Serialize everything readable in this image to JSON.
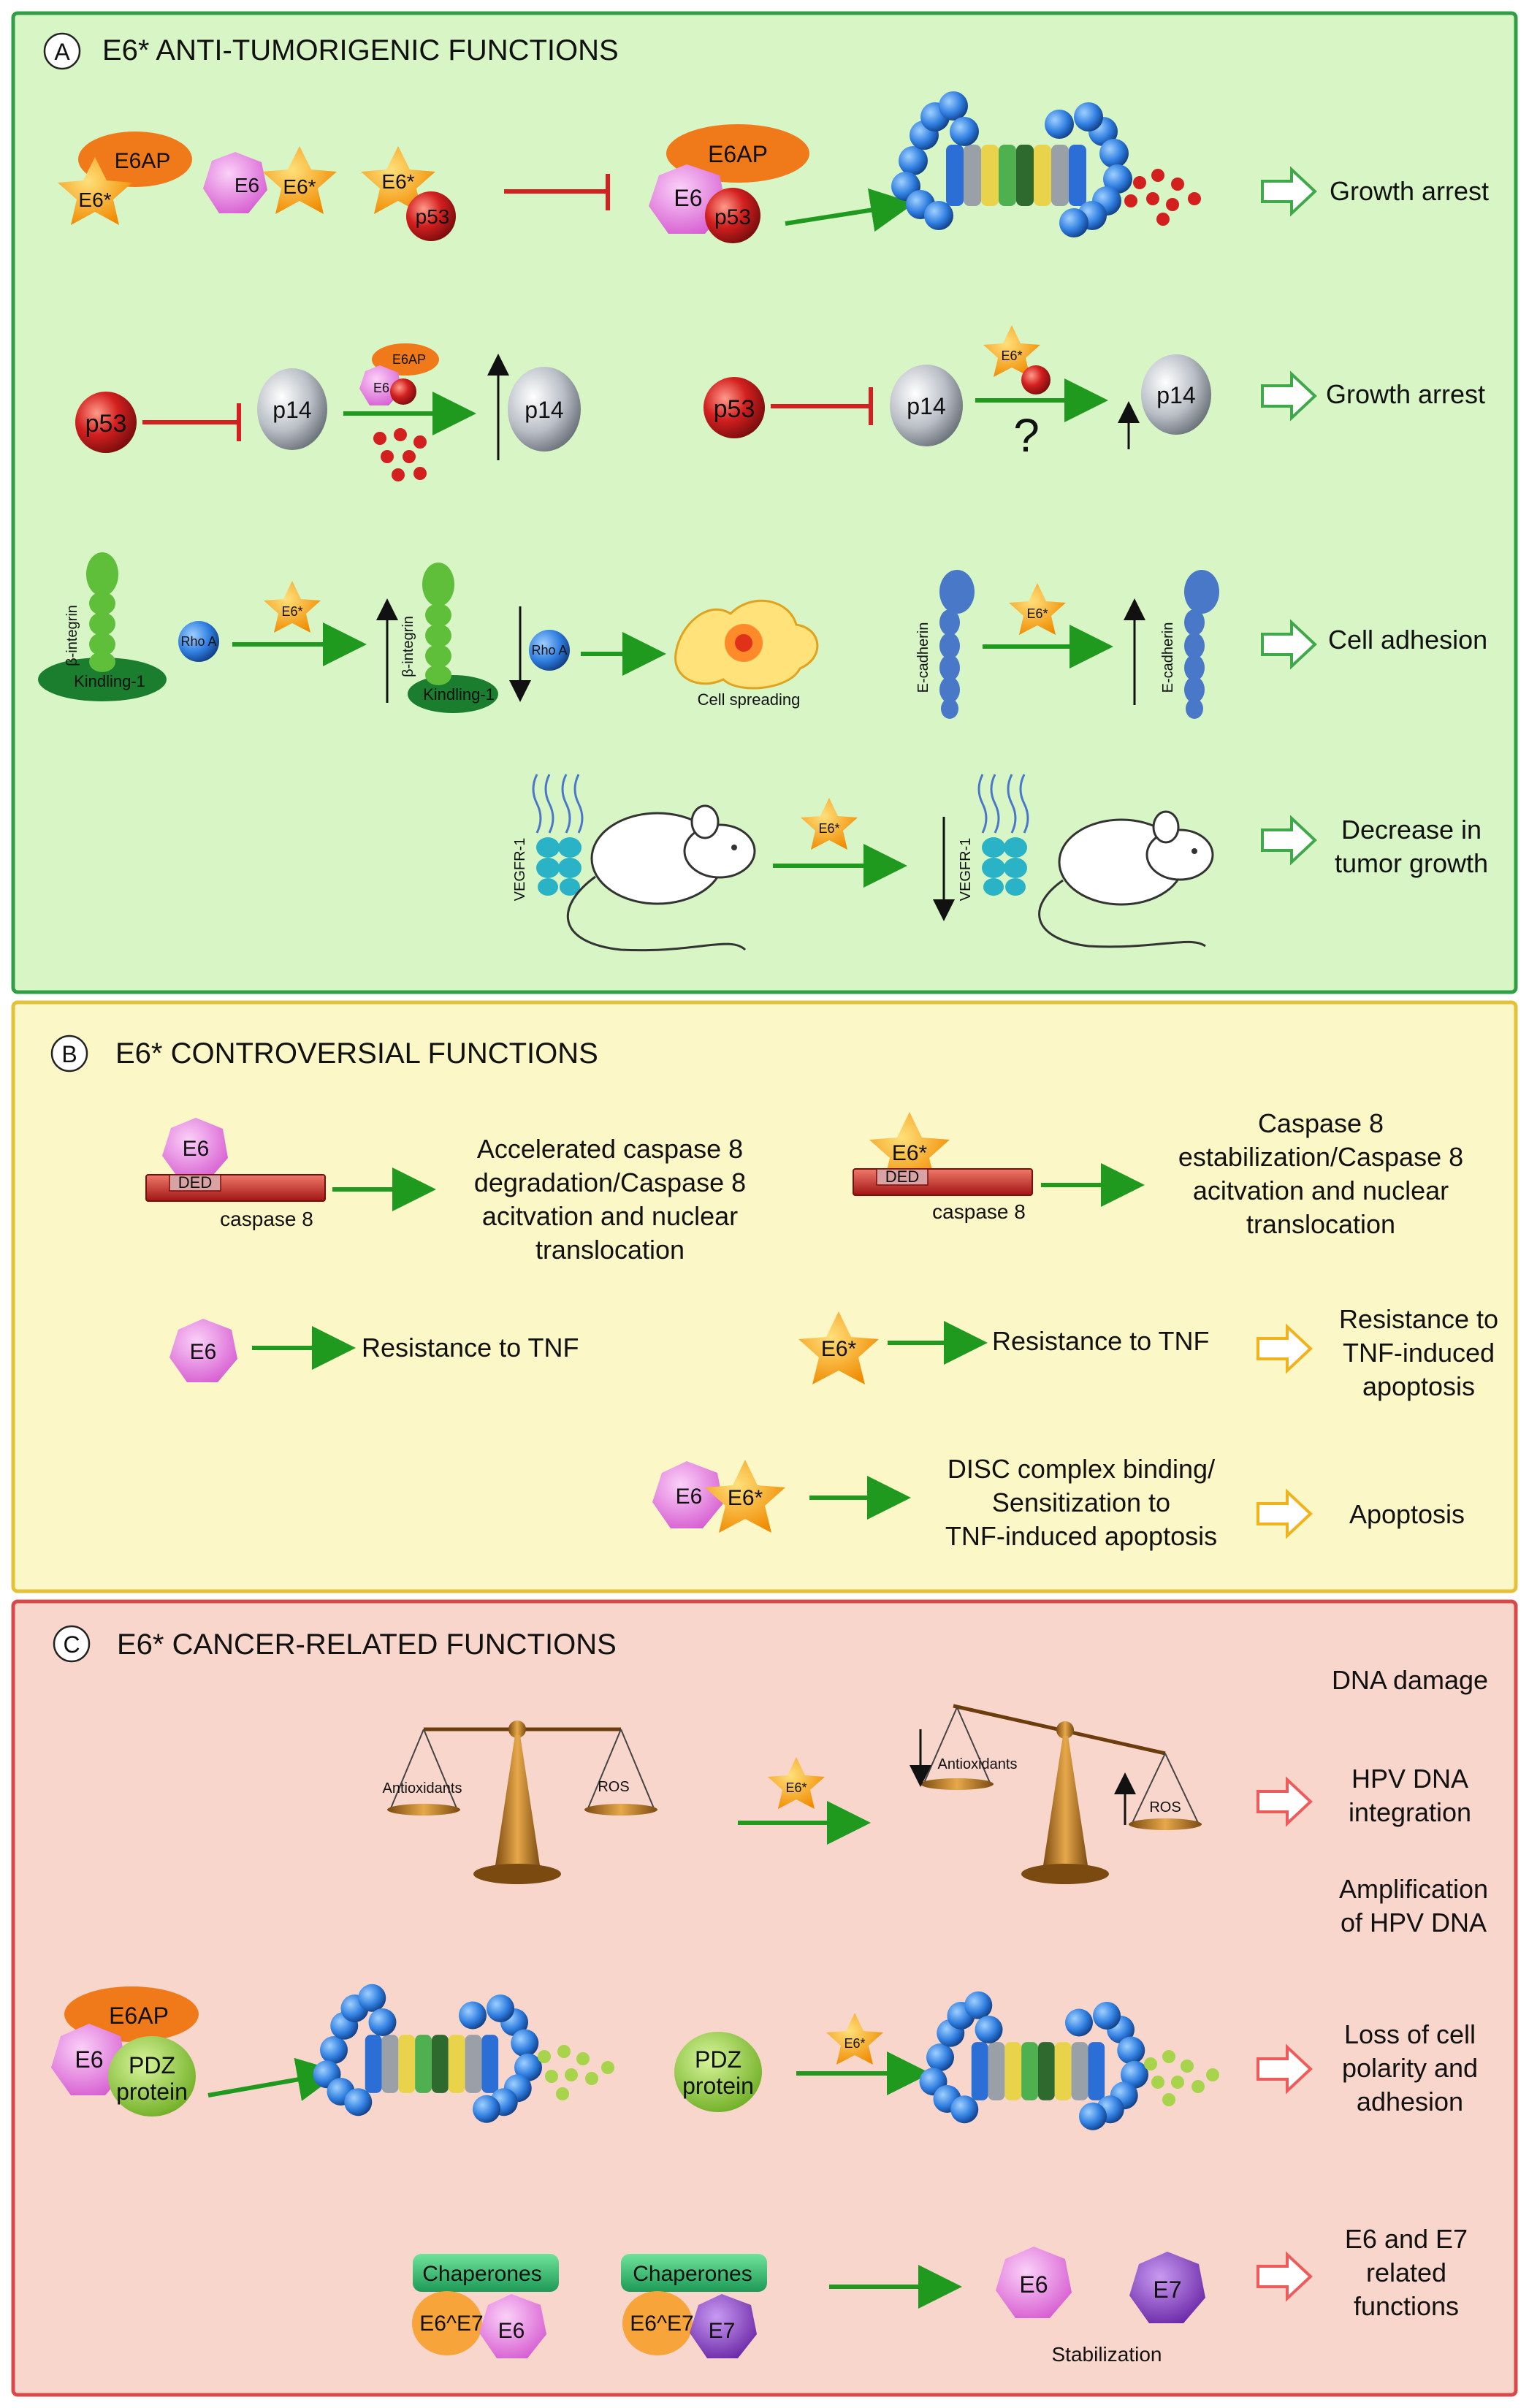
{
  "colors": {
    "panel_a_bg": "#d8f5c6",
    "panel_a_border": "#2f9e44",
    "panel_b_bg": "#fbf7c6",
    "panel_b_border": "#e3c23a",
    "panel_c_bg": "#f9d6cc",
    "panel_c_border": "#d84a4a",
    "green_arrow": "#1f9a1f",
    "red_inhibit": "#d42020",
    "outline_arrow_green": "#3fa84a",
    "outline_arrow_yellow": "#f2b21b",
    "outline_arrow_red": "#ef5b5b",
    "star": "#f5a623",
    "e6_pink": "#e982e4",
    "e6ap_orange": "#f07a1a",
    "p53_red": "#d3201f",
    "p14_gray": "#b9bec6",
    "e7_purple": "#8a45c9",
    "pdz_green": "#8cc63e"
  },
  "panel_a": {
    "letter": "A",
    "title": "E6* ANTI-TUMORIGENIC FUNCTIONS",
    "row1": {
      "e6ap": "E6AP",
      "e6star": "E6*",
      "e6": "E6",
      "p53": "p53",
      "outcome": "Growth arrest",
      "icon": "proteasome-icon"
    },
    "row2": {
      "p53": "p53",
      "p14": "p14",
      "e6ap": "E6AP",
      "e6": "E6",
      "e6star": "E6*",
      "question": "?",
      "outcome": "Growth arrest"
    },
    "row3": {
      "integrin": "β-integrin",
      "kindlin": "Kindling-1",
      "rho": "Rho A",
      "e6star": "E6*",
      "cell_spreading": "Cell spreading",
      "cadherin": "E-cadherin",
      "outcome": "Cell adhesion"
    },
    "row4": {
      "vegfr": "VEGFR-1",
      "e6star": "E6*",
      "outcome_line1": "Decrease in",
      "outcome_line2": "tumor growth",
      "icon": "mouse-icon"
    }
  },
  "panel_b": {
    "letter": "B",
    "title": "E6* CONTROVERSIAL FUNCTIONS",
    "row1": {
      "e6": "E6",
      "ded": "DED",
      "caspase": "caspase 8",
      "left_text": [
        "Accelerated caspase 8",
        "degradation/Caspase 8",
        "acitvation and nuclear",
        "translocation"
      ],
      "e6star": "E6*",
      "right_text": [
        "Caspase 8",
        "estabilization/Caspase 8",
        "acitvation and nuclear",
        "translocation"
      ]
    },
    "row2": {
      "e6": "E6",
      "e6star": "E6*",
      "left_text": "Resistance to TNF",
      "right_text": "Resistance to TNF",
      "outcome": [
        "Resistance to",
        "TNF-induced",
        "apoptosis"
      ]
    },
    "row3": {
      "e6": "E6",
      "e6star": "E6*",
      "text": [
        "DISC complex binding/",
        "Sensitization to",
        "TNF-induced apoptosis"
      ],
      "outcome": "Apoptosis"
    }
  },
  "panel_c": {
    "letter": "C",
    "title": "E6* CANCER-RELATED FUNCTIONS",
    "row1": {
      "antioxidants": "Antioxidants",
      "ros": "ROS",
      "e6star": "E6*",
      "outcome_top": "DNA damage",
      "outcome_mid": [
        "HPV DNA",
        "integration"
      ],
      "outcome_bottom": [
        "Amplification",
        "of HPV DNA"
      ]
    },
    "row2": {
      "e6ap": "E6AP",
      "e6": "E6",
      "pdz": [
        "PDZ",
        "protein"
      ],
      "e6star": "E6*",
      "outcome": [
        "Loss of cell",
        "polarity and",
        "adhesion"
      ]
    },
    "row3": {
      "chaperones": "Chaperones",
      "e6e7": "E6^E7",
      "e6": "E6",
      "e7": "E7",
      "stabilization": "Stabilization",
      "outcome": [
        "E6 and E7",
        "related",
        "functions"
      ]
    }
  }
}
